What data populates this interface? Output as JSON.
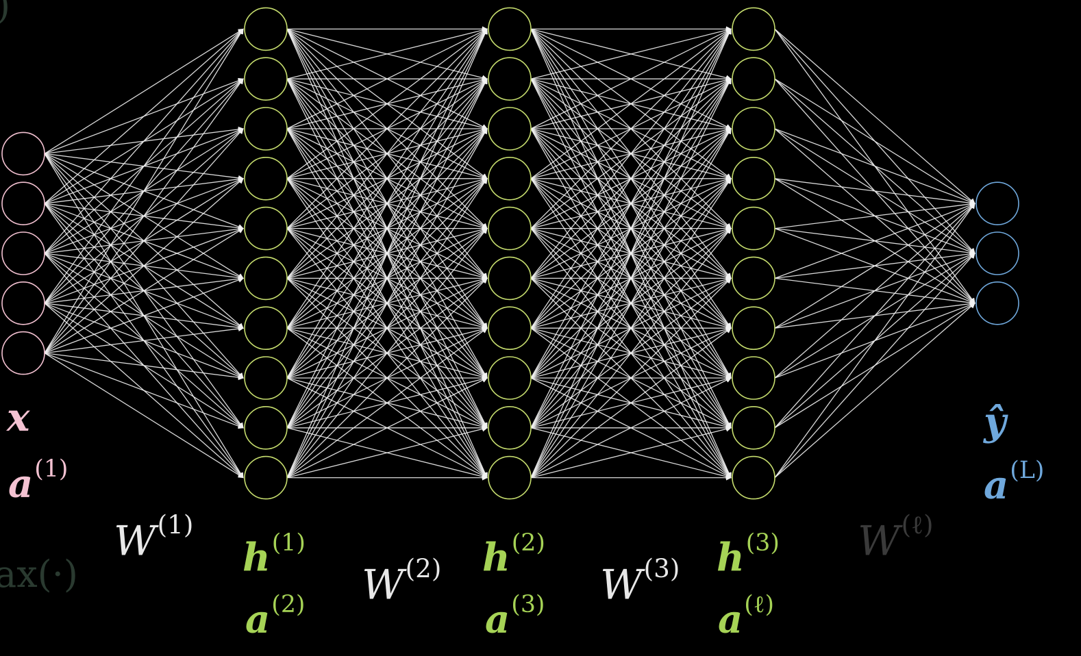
{
  "diagram": {
    "layers": [
      {
        "count": 5,
        "color": "#f4c2d2"
      },
      {
        "count": 10,
        "color": "#c6dd6e"
      },
      {
        "count": 10,
        "color": "#c6dd6e"
      },
      {
        "count": 10,
        "color": "#c6dd6e"
      },
      {
        "count": 3,
        "color": "#6fa8dc"
      }
    ],
    "edge_color": "#f2f2f2"
  },
  "labels": {
    "input_x": {
      "base": "x",
      "sup": "",
      "color": "#f4c2d2"
    },
    "input_a": {
      "base": "a",
      "sup": "(1)",
      "color": "#f4c2d2"
    },
    "w1": {
      "base": "W",
      "sup": "(1)",
      "color": "#e8e8e8"
    },
    "h1": {
      "base": "h",
      "sup": "(1)",
      "color": "#a6d356"
    },
    "a2": {
      "base": "a",
      "sup": "(2)",
      "color": "#a6d356"
    },
    "w2": {
      "base": "W",
      "sup": "(2)",
      "color": "#e8e8e8"
    },
    "h2": {
      "base": "h",
      "sup": "(2)",
      "color": "#a6d356"
    },
    "a3": {
      "base": "a",
      "sup": "(3)",
      "color": "#a6d356"
    },
    "w3": {
      "base": "W",
      "sup": "(3)",
      "color": "#e8e8e8"
    },
    "h3": {
      "base": "h",
      "sup": "(3)",
      "color": "#a6d356"
    },
    "al": {
      "base": "a",
      "sup": "(ℓ)",
      "color": "#a6d356"
    },
    "wl": {
      "base": "W",
      "sup": "(ℓ)",
      "color": "#3a3a3a"
    },
    "yhat": {
      "base": "ŷ",
      "sup": "",
      "color": "#6fa8dc"
    },
    "aL": {
      "base": "a",
      "sup": "(L)",
      "color": "#6fa8dc"
    },
    "softmax_fragment": {
      "base": "ax(·)",
      "sup": "",
      "color": "#2a3a30"
    },
    "corner_fragment": {
      "base": ")",
      "sup": "",
      "color": "#2a3a30"
    }
  }
}
